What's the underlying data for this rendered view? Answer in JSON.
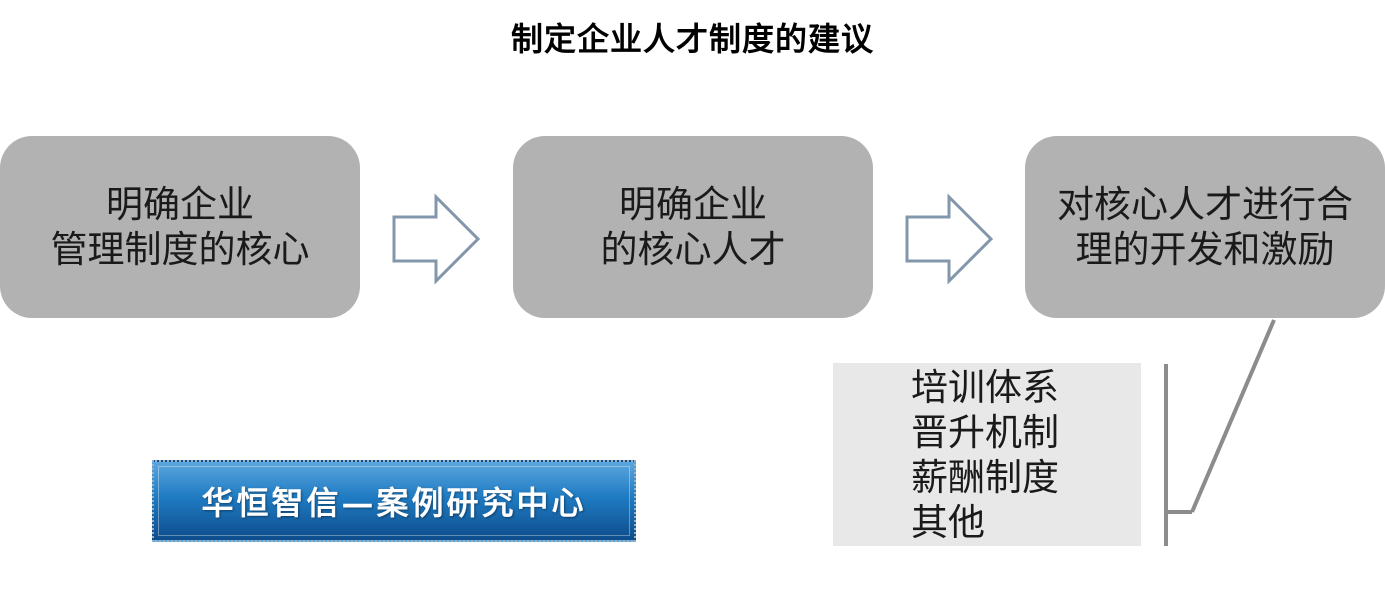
{
  "title": "制定企业人才制度的建议",
  "steps": [
    {
      "lines": [
        "明确企业",
        "管理制度的核心"
      ]
    },
    {
      "lines": [
        "明确企业",
        "的核心人才"
      ]
    },
    {
      "lines": [
        "对核心人才进行合",
        "理的开发和激励"
      ]
    }
  ],
  "details": [
    "培训体系",
    "晋升机制",
    "薪酬制度",
    "其他"
  ],
  "logo_text": "华恒智信—案例研究中心"
}
